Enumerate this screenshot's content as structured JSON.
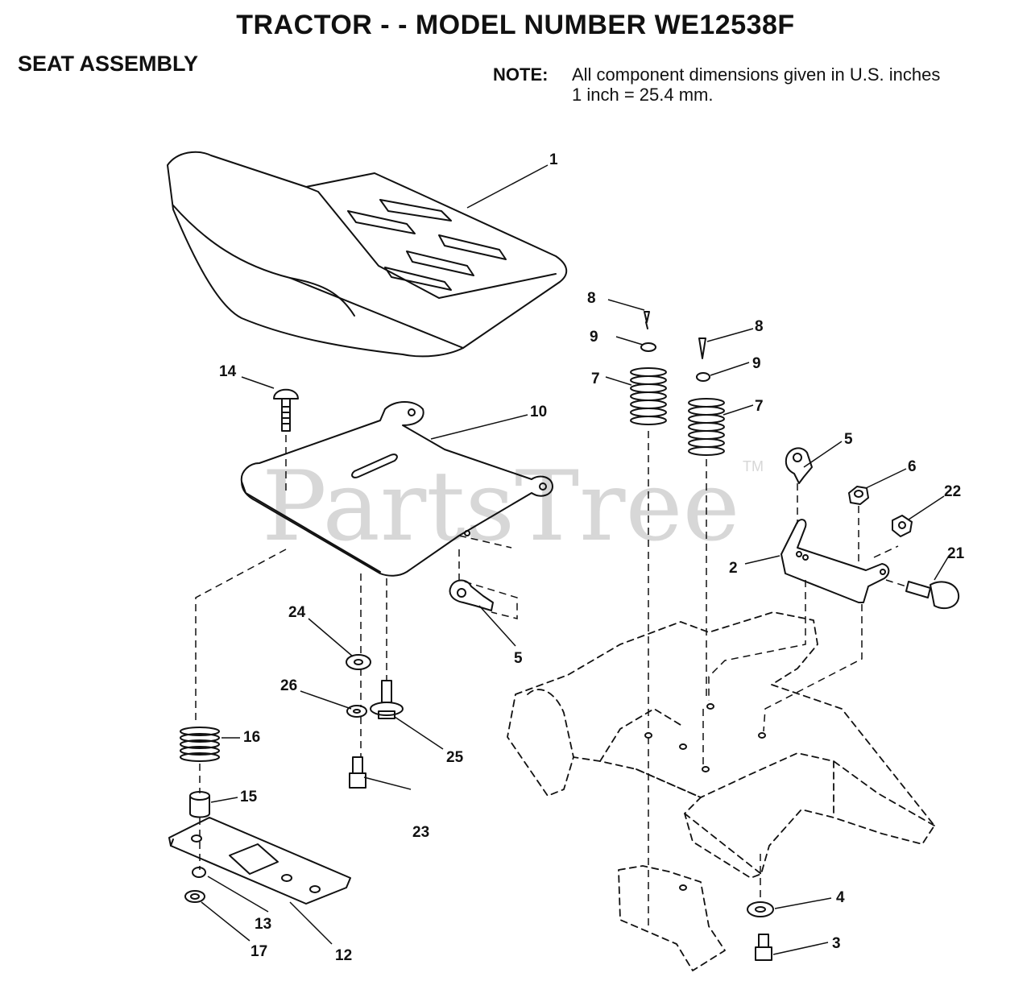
{
  "header": {
    "title": "TRACTOR - - MODEL NUMBER WE12538F",
    "section": "SEAT ASSEMBLY",
    "note_label": "NOTE:",
    "note_line1": "All component dimensions given in U.S. inches",
    "note_line2": "1 inch = 25.4 mm."
  },
  "watermark": {
    "brand": "PartsTree",
    "trademark": "TM"
  },
  "callouts": {
    "c1": "1",
    "c2": "2",
    "c3": "3",
    "c4": "4",
    "c5a": "5",
    "c5b": "5",
    "c6": "6",
    "c7a": "7",
    "c7b": "7",
    "c8a": "8",
    "c8b": "8",
    "c9a": "9",
    "c9b": "9",
    "c10": "10",
    "c12": "12",
    "c13": "13",
    "c14": "14",
    "c15": "15",
    "c16": "16",
    "c17": "17",
    "c21": "21",
    "c22": "22",
    "c23": "23",
    "c24": "24",
    "c25": "25",
    "c26": "26"
  }
}
